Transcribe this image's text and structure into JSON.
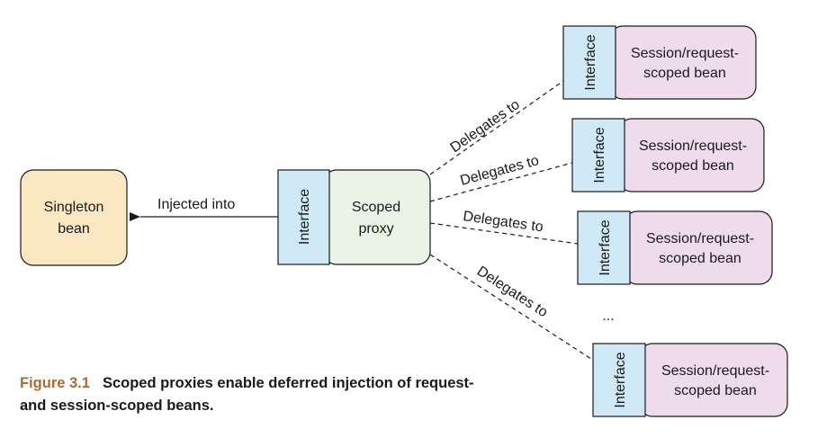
{
  "nodes": {
    "singleton": {
      "line1": "Singleton",
      "line2": "bean"
    },
    "proxy": {
      "line1": "Scoped",
      "line2": "proxy",
      "interface": "Interface"
    },
    "beans": [
      {
        "interface": "Interface",
        "line1": "Session/request-",
        "line2": "scoped bean"
      },
      {
        "interface": "Interface",
        "line1": "Session/request-",
        "line2": "scoped bean"
      },
      {
        "interface": "Interface",
        "line1": "Session/request-",
        "line2": "scoped bean"
      },
      {
        "interface": "Interface",
        "line1": "Session/request-",
        "line2": "scoped bean"
      }
    ],
    "ellipsis": "..."
  },
  "edges": {
    "injected": "Injected into",
    "delegates": [
      "Delegates to",
      "Delegates to",
      "Delegates to",
      "Delegates to"
    ]
  },
  "caption": {
    "label": "Figure 3.1",
    "text": "Scoped proxies enable deferred injection of request- and session-scoped beans."
  },
  "colors": {
    "singleton_fill": "#fbe7c1",
    "proxy_fill": "#e9f3e6",
    "interface_fill": "#cfe9f7",
    "bean_fill": "#eedcec",
    "caption_label": "#b06a2c"
  }
}
